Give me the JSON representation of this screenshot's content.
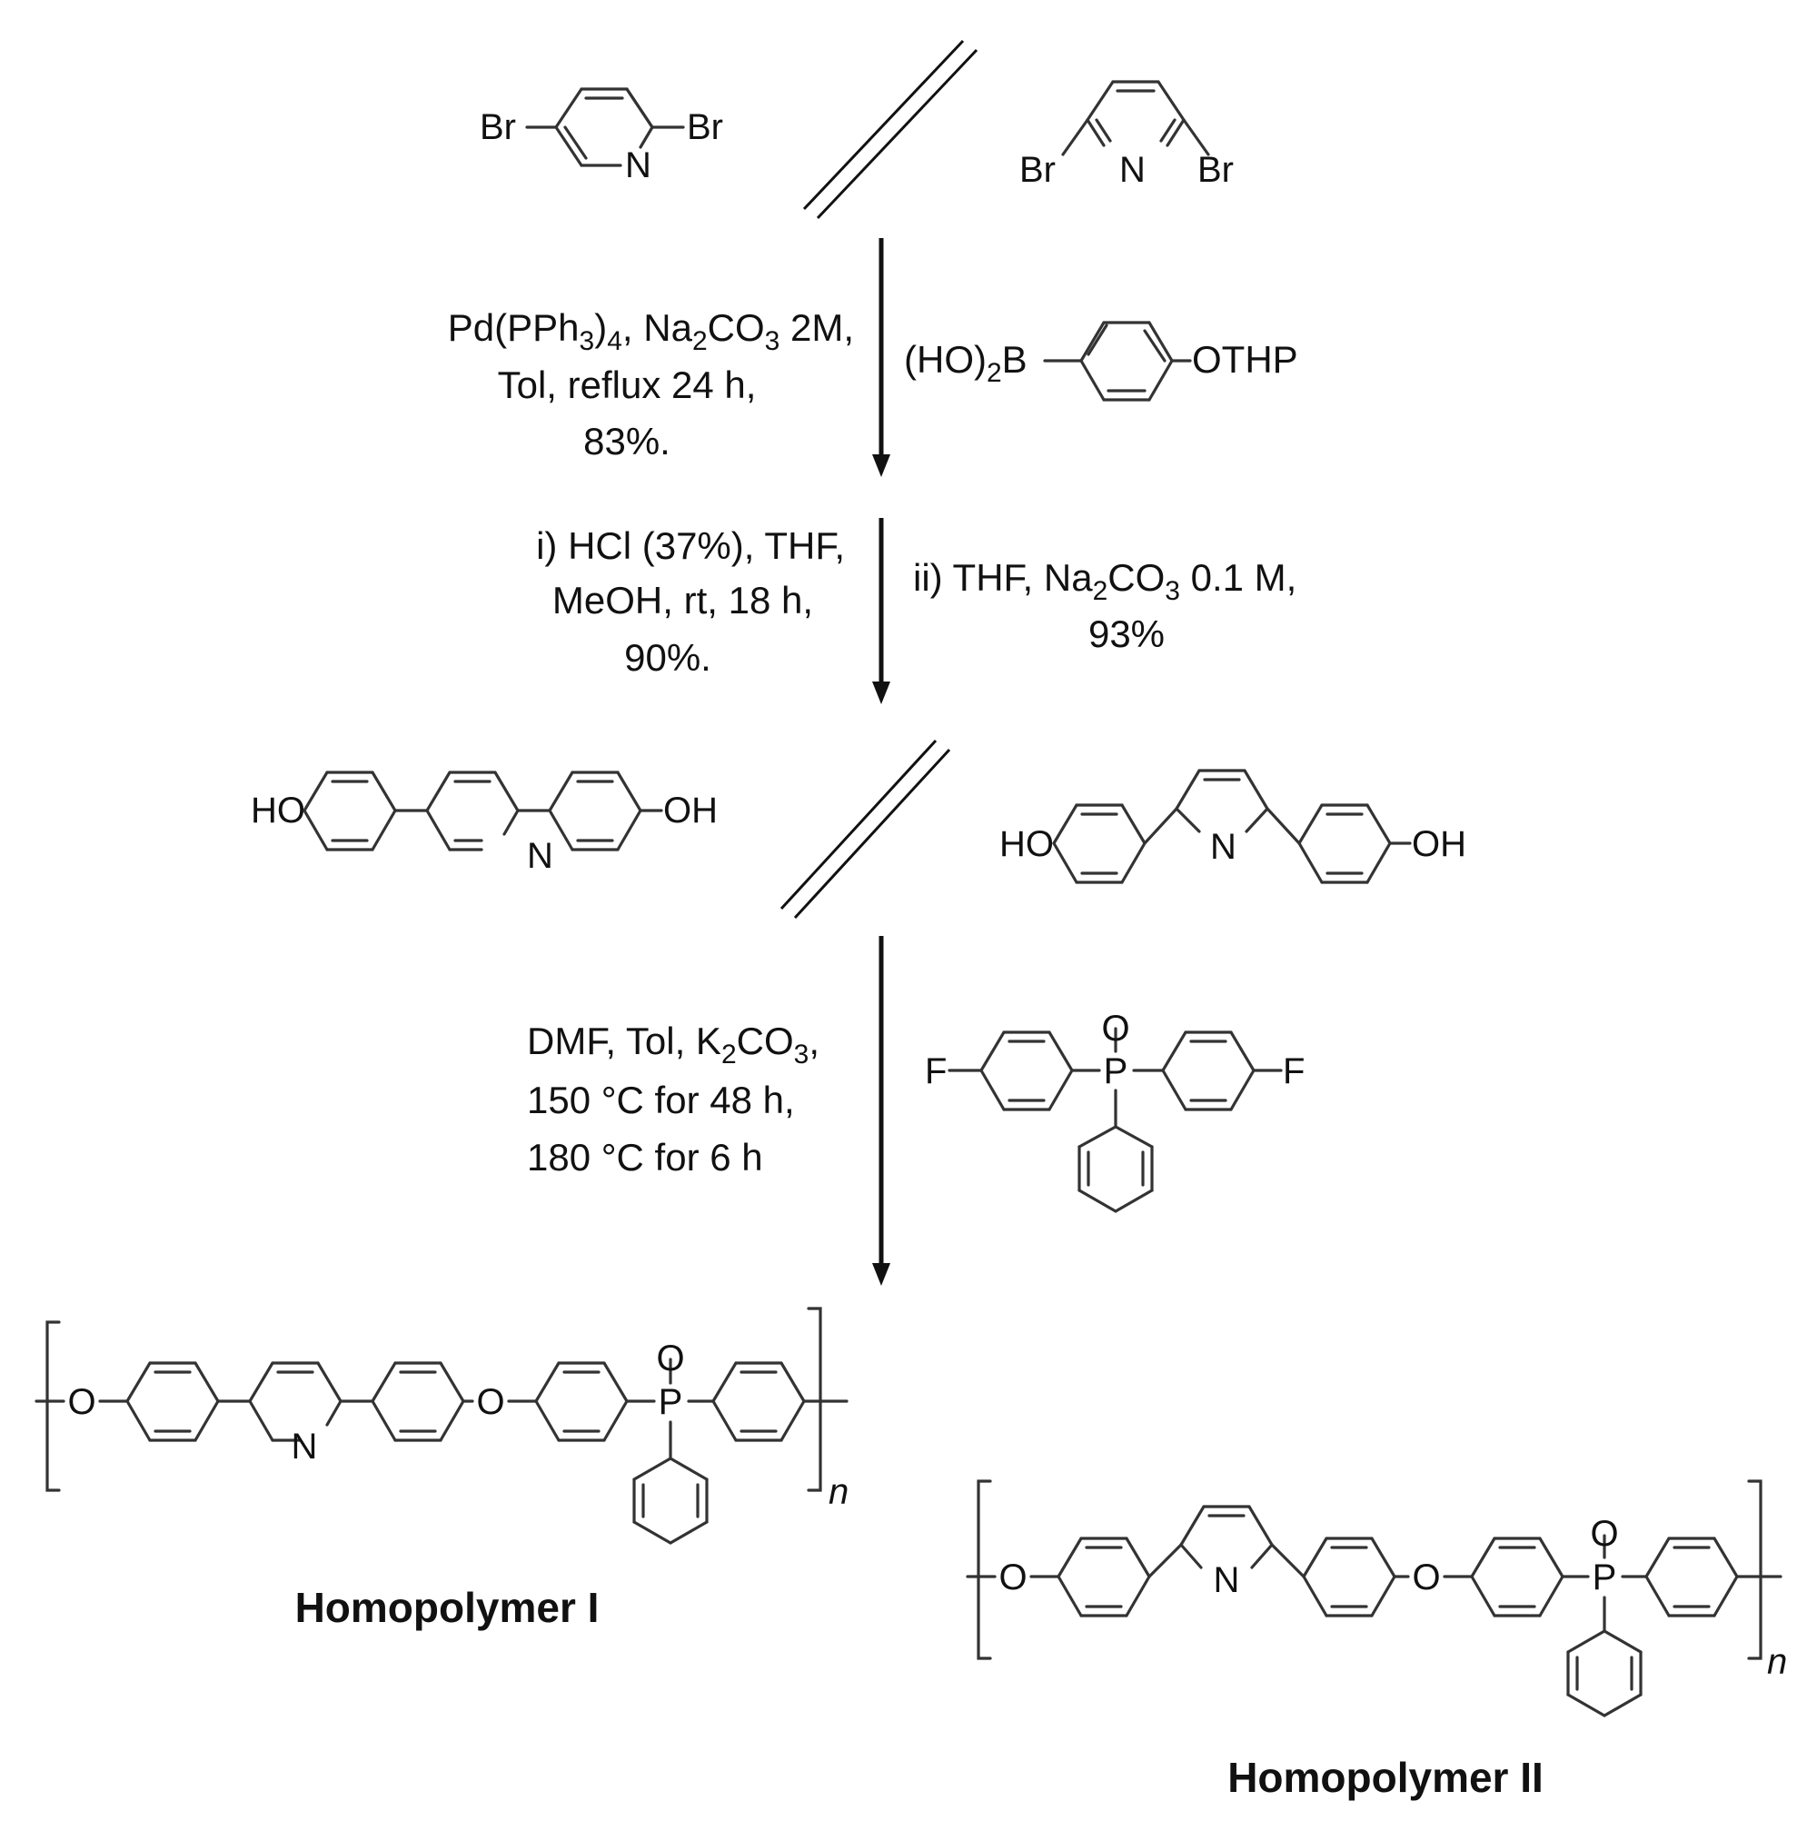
{
  "reactants": {
    "dibromo_25": {
      "br_left": "Br",
      "br_right": "Br",
      "n": "N"
    },
    "dibromo_26": {
      "br_left": "Br",
      "br_right": "Br",
      "n": "N"
    }
  },
  "step1": {
    "conditions": [
      "Pd(PPh",
      "3",
      ")",
      "4",
      ", Na",
      "2",
      "CO",
      "3",
      " 2M,"
    ],
    "line2": "Tol, reflux 24 h,",
    "line3": "83%.",
    "reagent": {
      "prefix": "(HO)",
      "sub": "2",
      "b": "B",
      "othp": "OTHP"
    }
  },
  "step2": {
    "line1": "i) HCl (37%), THF,",
    "line2": "MeOH, rt, 18 h,",
    "line3": "90%.",
    "ii_a": "ii) THF, Na",
    "ii_sub": "2",
    "ii_b": "CO",
    "ii_sub2": "3",
    "ii_c": " 0.1 M,",
    "ii_yield": "93%"
  },
  "diols": {
    "ho": "HO",
    "oh": "OH",
    "n": "N"
  },
  "step3": {
    "line1_a": "DMF, Tol, K",
    "line1_sub": "2",
    "line1_b": "CO",
    "line1_sub2": "3",
    "line1_c": ",",
    "line2": "150 °C for 48 h,",
    "line3": "180 °C for 6 h",
    "monomer": {
      "f": "F",
      "p": "P",
      "o": "O"
    }
  },
  "polymers": {
    "homopolymer_1": {
      "label": "Homopolymer I",
      "n": "n",
      "o": "O",
      "p": "P",
      "N": "N"
    },
    "homopolymer_2": {
      "label": "Homopolymer II",
      "n": "n",
      "o": "O",
      "p": "P",
      "N": "N"
    }
  }
}
